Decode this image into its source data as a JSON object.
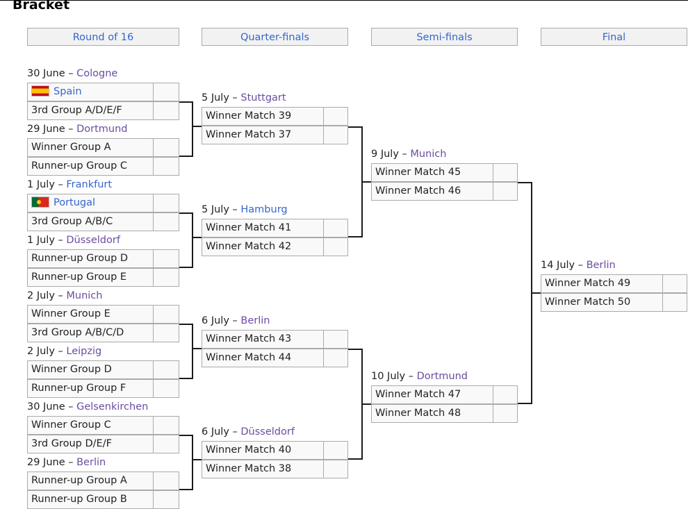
{
  "section_title": "Bracket",
  "rounds": [
    "Round of 16",
    "Quarter-finals",
    "Semi-finals",
    "Final"
  ],
  "matches": {
    "r16": [
      {
        "date": "30 June – ",
        "venue": "Cologne",
        "team1": "Spain",
        "team1_flag": "spain-flag-icon",
        "team2": "3rd Group A/D/E/F"
      },
      {
        "date": "29 June – ",
        "venue": "Dortmund",
        "team1": "Winner Group A",
        "team2": "Runner-up Group C"
      },
      {
        "date": "1 July – ",
        "venue": "Frankfurt",
        "team1": "Portugal",
        "team1_flag": "portugal-flag-icon",
        "team2": "3rd Group A/B/C"
      },
      {
        "date": "1 July – ",
        "venue": "Düsseldorf",
        "team1": "Runner-up Group D",
        "team2": "Runner-up Group E"
      },
      {
        "date": "2 July – ",
        "venue": "Munich",
        "team1": "Winner Group E",
        "team2": "3rd Group A/B/C/D"
      },
      {
        "date": "2 July – ",
        "venue": "Leipzig",
        "team1": "Winner Group D",
        "team2": "Runner-up Group F"
      },
      {
        "date": "30 June – ",
        "venue": "Gelsenkirchen",
        "team1": "Winner Group C",
        "team2": "3rd Group D/E/F"
      },
      {
        "date": "29 June – ",
        "venue": "Berlin",
        "team1": "Runner-up Group A",
        "team2": "Runner-up Group B"
      }
    ],
    "qf": [
      {
        "date": "5 July – ",
        "venue": "Stuttgart",
        "team1": "Winner Match 39",
        "team2": "Winner Match 37"
      },
      {
        "date": "5 July – ",
        "venue": "Hamburg",
        "team1": "Winner Match 41",
        "team2": "Winner Match 42"
      },
      {
        "date": "6 July – ",
        "venue": "Berlin",
        "team1": "Winner Match 43",
        "team2": "Winner Match 44"
      },
      {
        "date": "6 July – ",
        "venue": "Düsseldorf",
        "team1": "Winner Match 40",
        "team2": "Winner Match 38"
      }
    ],
    "sf": [
      {
        "date": "9 July – ",
        "venue": "Munich",
        "team1": "Winner Match 45",
        "team2": "Winner Match 46"
      },
      {
        "date": "10 July – ",
        "venue": "Dortmund",
        "team1": "Winner Match 47",
        "team2": "Winner Match 48"
      }
    ],
    "final": [
      {
        "date": "14 July – ",
        "venue": "Berlin",
        "team1": "Winner Match 49",
        "team2": "Winner Match 50"
      }
    ]
  },
  "colors": {
    "link": "#3366cc",
    "visited_link": "#6b4ba1",
    "cell_bg": "#f9f9f9",
    "header_bg": "#f2f2f2",
    "border": "#aaaaaa"
  }
}
